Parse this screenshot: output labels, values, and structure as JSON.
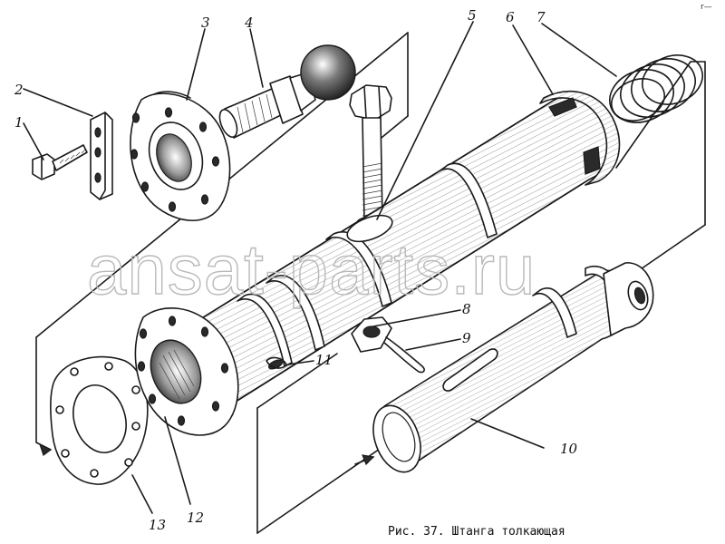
{
  "labels": {
    "p1": "1",
    "p2": "2",
    "p3": "3",
    "p4": "4",
    "p5": "5",
    "p6": "6",
    "p7": "7",
    "p8": "8",
    "p9": "9",
    "p10": "10",
    "p11": "11",
    "p12": "12",
    "p13": "13"
  },
  "caption": "Рис. 37. Штанга толкающая",
  "watermark": "ansat-parts.ru",
  "corner_mark": "r—"
}
